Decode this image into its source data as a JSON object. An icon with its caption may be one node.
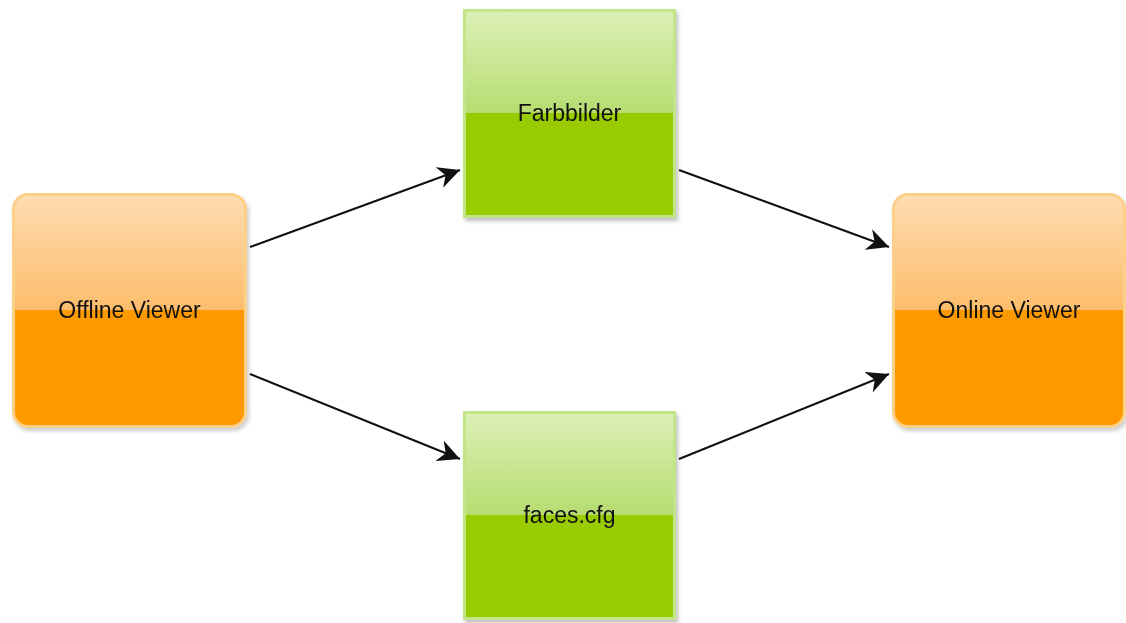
{
  "diagram": {
    "nodes": [
      {
        "text": [
          "Offline Viewer"
        ]
      },
      {
        "text": [
          "Farbbilder"
        ]
      },
      {
        "text": [
          "faces.cfg"
        ]
      },
      {
        "text": [
          "Online Viewer"
        ]
      }
    ],
    "edges": [
      {
        "from": 0,
        "to": 1,
        "arrow": "to"
      },
      {
        "from": 0,
        "to": 2,
        "arrow": "to"
      },
      {
        "from": 1,
        "to": 3,
        "arrow": "to"
      },
      {
        "from": 2,
        "to": 3,
        "arrow": "to"
      }
    ]
  }
}
